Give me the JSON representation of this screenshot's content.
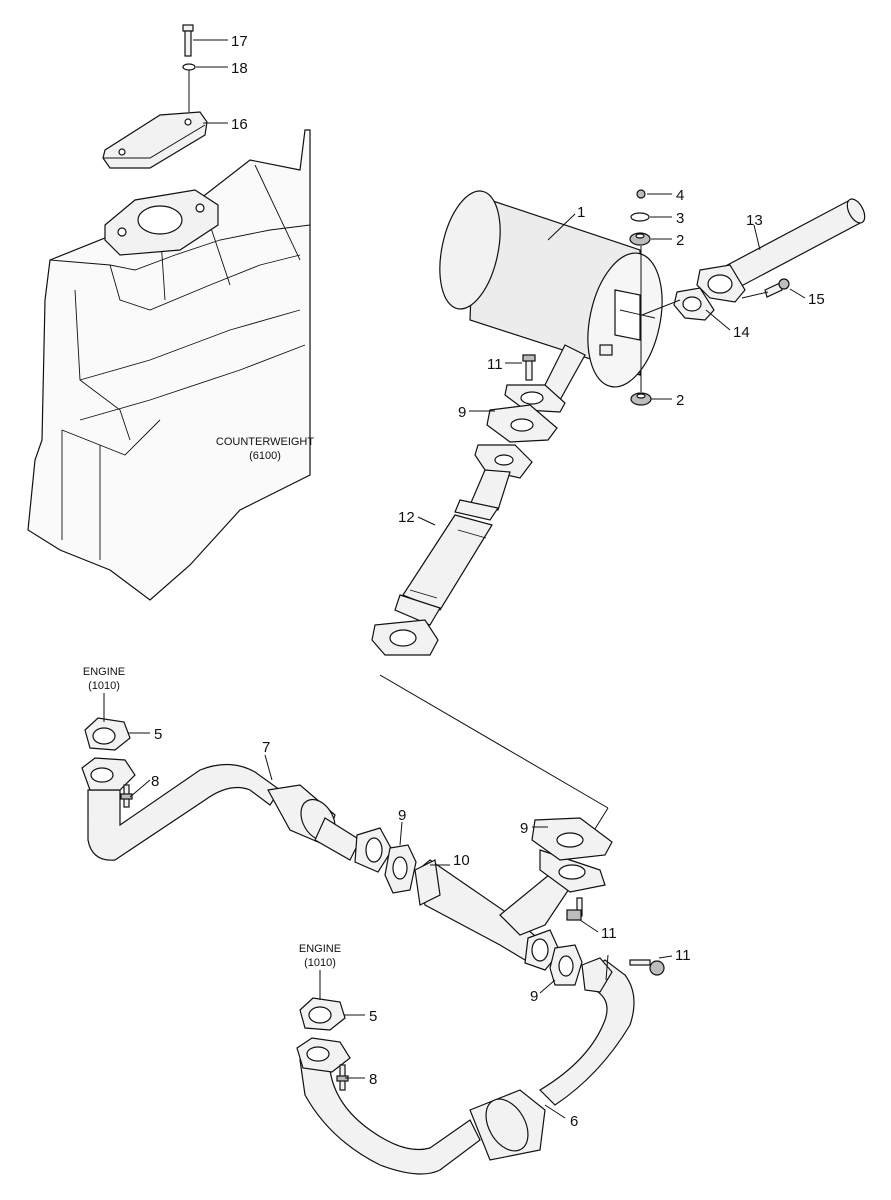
{
  "diagram": {
    "title": "",
    "callouts": {
      "c1": "1",
      "c2a": "2",
      "c2b": "2",
      "c3": "3",
      "c4": "4",
      "c5a": "5",
      "c5b": "5",
      "c6": "6",
      "c7": "7",
      "c8a": "8",
      "c8b": "8",
      "c9a": "9",
      "c9b": "9",
      "c9c": "9",
      "c9d": "9",
      "c10": "10",
      "c11a": "11",
      "c11b": "11",
      "c11c": "11",
      "c12": "12",
      "c13": "13",
      "c14": "14",
      "c15": "15",
      "c16": "16",
      "c17": "17",
      "c18": "18"
    },
    "labels": {
      "counterweight": "COUNTERWEIGHT",
      "counterweight_ref": "(6100)",
      "engine_top": "ENGINE",
      "engine_top_ref": "(1010)",
      "engine_bottom": "ENGINE",
      "engine_bottom_ref": "(1010)"
    }
  }
}
